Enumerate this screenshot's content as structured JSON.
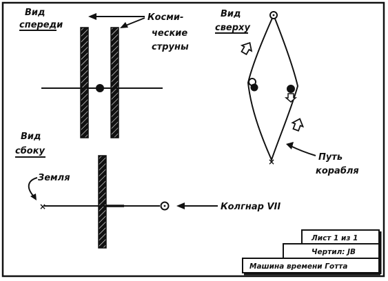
{
  "front_view": {
    "line1": "Вид",
    "line2": "спереди"
  },
  "cosmic_strings": {
    "line1": "Косми-",
    "line2": "ческие",
    "line3": "струны"
  },
  "top_view": {
    "line1": "Вид",
    "line2": "сверху"
  },
  "side_view": {
    "line1": "Вид",
    "line2": "сбоку"
  },
  "earth_label": "Земля",
  "kolgnar_label": "Колгнар VII",
  "ship_path": {
    "line1": "Путь",
    "line2": "корабля"
  },
  "title_block": {
    "sheet": "Лист 1 из 1",
    "drawing": "Чертил: JB",
    "name": "Машина времени Готта"
  }
}
